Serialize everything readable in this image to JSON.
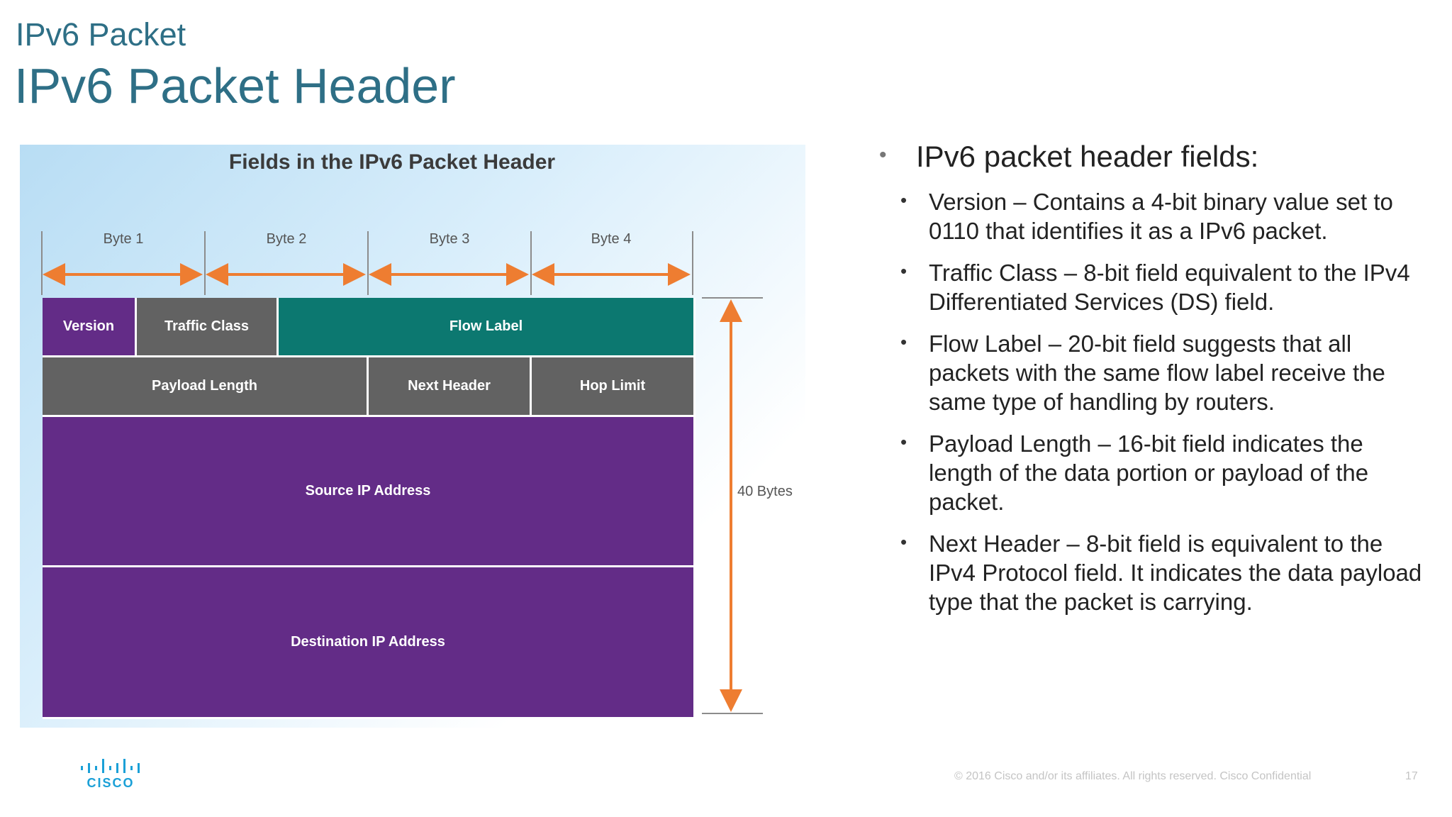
{
  "header": {
    "section": "IPv6 Packet",
    "title": "IPv6 Packet Header"
  },
  "diagram": {
    "title": "Fields in the IPv6 Packet Header",
    "bytes": [
      "Byte 1",
      "Byte 2",
      "Byte 3",
      "Byte 4"
    ],
    "fields": {
      "version": "Version",
      "traffic_class": "Traffic Class",
      "flow_label": "Flow Label",
      "payload_length": "Payload Length",
      "next_header": "Next Header",
      "hop_limit": "Hop Limit",
      "source": "Source IP Address",
      "destination": "Destination IP Address"
    },
    "size_label": "40 Bytes",
    "colors": {
      "purple": "#632c87",
      "gray": "#626262",
      "teal": "#0c7870",
      "arrow": "#ee7d31"
    }
  },
  "content": {
    "main_bullet": "IPv6 packet header fields:",
    "items": [
      "Version – Contains a 4-bit binary value set to 0110 that identifies it as a IPv6 packet.",
      "Traffic Class – 8-bit field equivalent to the IPv4 Differentiated Services (DS) field.",
      "Flow Label – 20-bit field suggests that all packets with the same flow label receive the same type of handling by routers.",
      "Payload Length – 16-bit field indicates the length of the data portion or payload of the packet.",
      "Next Header – 8-bit field is equivalent to the IPv4 Protocol field.  It indicates the data payload type that the packet is carrying."
    ]
  },
  "footer": {
    "logo_text": "CISCO",
    "copyright": "© 2016  Cisco and/or its affiliates. All rights reserved.   Cisco Confidential",
    "page": "17"
  }
}
